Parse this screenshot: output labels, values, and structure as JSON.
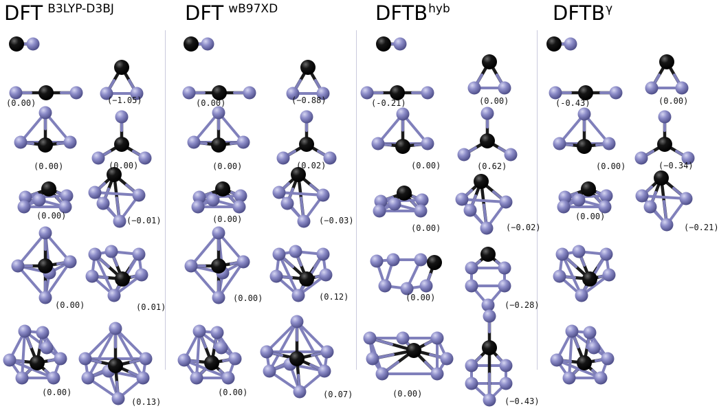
{
  "columns": [
    {
      "method": "DFT",
      "superscript": "B3LYP-D3BJ",
      "energies": [
        "(0.00)",
        "(−1.05)",
        "(0.00)",
        "(0.00)",
        "(0.00)",
        "(−0.01)",
        "(0.00)",
        "(0.01)",
        "(0.00)",
        "(0.13)"
      ]
    },
    {
      "method": "DFT",
      "superscript": "wB97XD",
      "energies": [
        "(0.00)",
        "(−0.88)",
        "(0.00)",
        "(0.02)",
        "(0.00)",
        "(−0.03)",
        "(0.00)",
        "(0.12)",
        "(0.00)",
        "(0.07)"
      ]
    },
    {
      "method": "DFTB",
      "superscript": "hyb",
      "energies": [
        "(-0.21)",
        "(0.00)",
        "(0.00)",
        "(0.62)",
        "(0.00)",
        "(−0.02)",
        "(0.00)",
        "(−0.28)",
        "(0.00)",
        "(−0.43)"
      ]
    },
    {
      "method": "DFTB",
      "superscript": "γ",
      "energies": [
        "(-0.43)",
        "(0.00)",
        "(0.00)",
        "(−0.34)",
        "(0.00)",
        "(−0.21)"
      ]
    }
  ],
  "colors": {
    "carbon_atom": "#0a0a0a",
    "boron_atom": "#8c8cc8",
    "bond": "#8080bb",
    "bond_dark": "#1a1a1a",
    "divider": "#c9c9dc"
  }
}
